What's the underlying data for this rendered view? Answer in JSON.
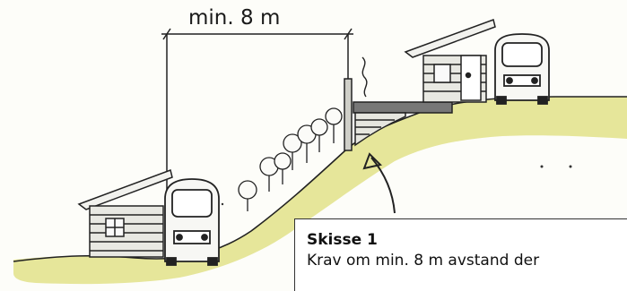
{
  "dimension": {
    "label": "min. 8 m"
  },
  "caption": {
    "title": "Skisse 1",
    "text": "Krav om min. 8 m avstand der"
  },
  "colors": {
    "terrain": "#e6e69a",
    "terrain_dark": "#d8d878",
    "ink": "#1f1f1f"
  }
}
